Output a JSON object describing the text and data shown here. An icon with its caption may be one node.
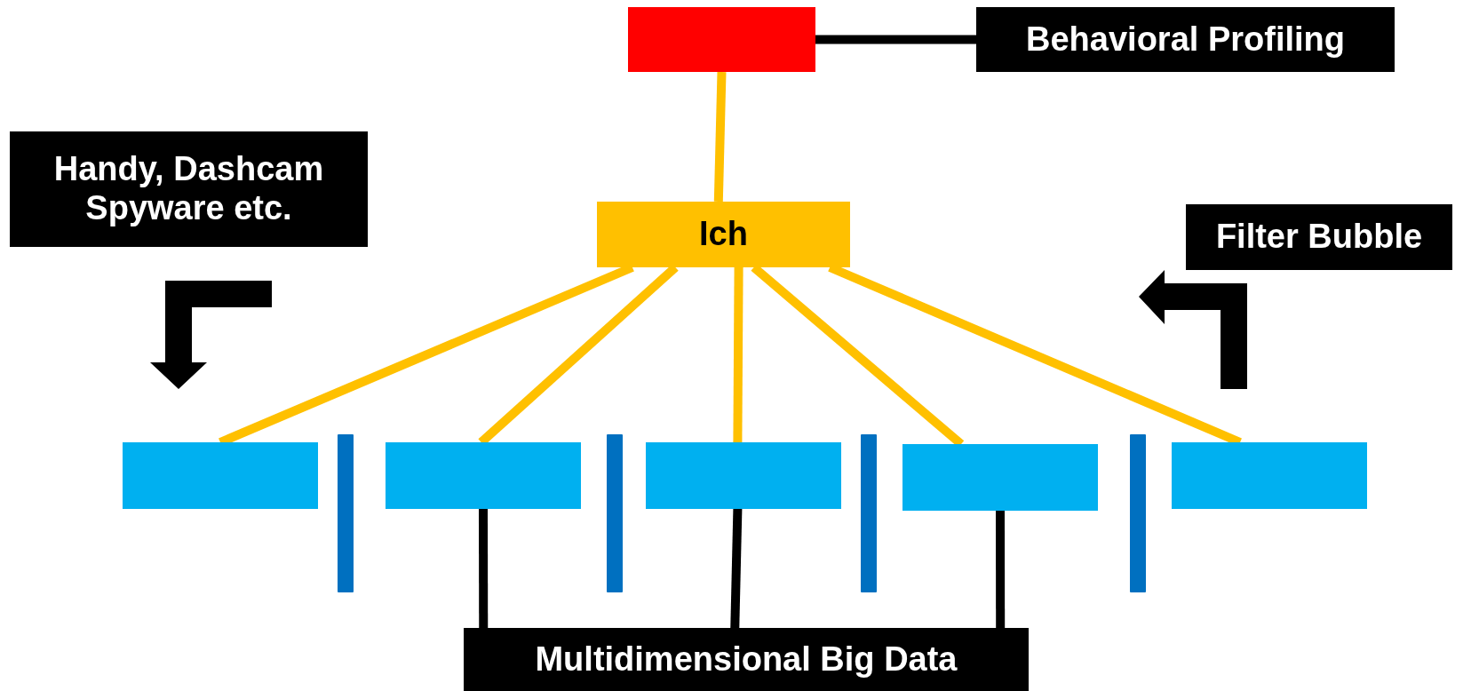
{
  "diagram": {
    "nodes": [
      {
        "text": [],
        "shape": "box"
      },
      {
        "text": [
          "Behavioral Profiling"
        ]
      },
      {
        "text": [
          "Handy, Dashcam Spyware etc."
        ]
      },
      {
        "text": [
          "Ich"
        ]
      },
      {
        "text": [
          "Filter Bubble"
        ]
      },
      {
        "text": [],
        "shape": "box"
      },
      {
        "text": [],
        "shape": "box"
      },
      {
        "text": [],
        "shape": "box"
      },
      {
        "text": [],
        "shape": "box"
      },
      {
        "text": [],
        "shape": "box"
      },
      {
        "text": [
          "Multidimensional Big Data"
        ]
      },
      {
        "text": [],
        "shape": "bar"
      },
      {
        "text": [],
        "shape": "bar"
      },
      {
        "text": [],
        "shape": "bar"
      },
      {
        "text": [],
        "shape": "bar"
      }
    ],
    "edges": [
      {
        "from": 0,
        "to": 1,
        "arrow": "none",
        "color": "#000000"
      },
      {
        "from": 0,
        "to": 3,
        "arrow": "none"
      },
      {
        "from": 3,
        "to": 5,
        "arrow": "none"
      },
      {
        "from": 3,
        "to": 6,
        "arrow": "none"
      },
      {
        "from": 3,
        "to": 7,
        "arrow": "none"
      },
      {
        "from": 3,
        "to": 8,
        "arrow": "none"
      },
      {
        "from": 3,
        "to": 9,
        "arrow": "none"
      },
      {
        "from": 6,
        "to": 10,
        "arrow": "none",
        "color": "#000000"
      },
      {
        "from": 7,
        "to": 10,
        "arrow": "none",
        "color": "#000000"
      },
      {
        "from": 8,
        "to": 10,
        "arrow": "none",
        "color": "#000000"
      }
    ]
  }
}
